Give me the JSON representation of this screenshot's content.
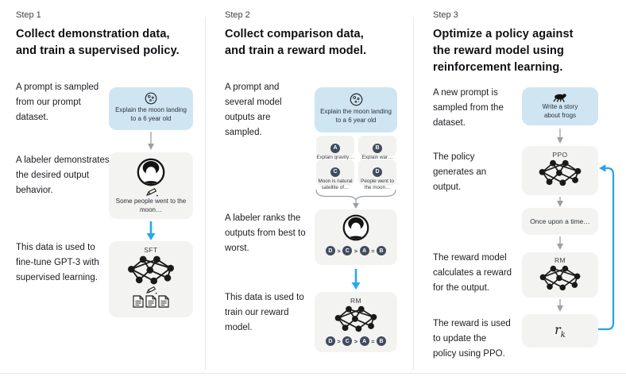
{
  "palette": {
    "prompt_box_blue": "#cfe5f2",
    "panel_gray": "#f3f3f1",
    "badge_dark": "#414b5e",
    "arrow_blue": "#29a8ea",
    "arrow_gray": "#9aa0a6",
    "text_dark": "#17181c"
  },
  "icons": {
    "moon": "moon-icon",
    "labeler": "labeler-avatar-icon",
    "pencil": "pencil-icon",
    "network": "neural-network-icon",
    "documents": "documents-icon",
    "frog": "frog-icon"
  },
  "steps": [
    {
      "label": "Step 1",
      "title_lines": [
        "Collect demonstration data,",
        "and train a supervised policy."
      ],
      "annotations": {
        "a1": "A prompt is sampled from our prompt dataset.",
        "a2": "A labeler demonstrates the desired output behavior.",
        "a3": "This data is used to fine-tune GPT-3 with supervised learning."
      },
      "prompt_box": {
        "text": "Explain the moon landing to a 6 year old"
      },
      "labeler_box": {
        "text": "Some people went to the moon…"
      },
      "model_box": {
        "label": "SFT"
      }
    },
    {
      "label": "Step 2",
      "title_lines": [
        "Collect comparison data,",
        "and train a reward model."
      ],
      "annotations": {
        "a1": "A prompt and several model outputs are sampled.",
        "a2": "A labeler ranks the outputs from best to worst.",
        "a3": "This data is used to train our reward model."
      },
      "prompt_box": {
        "text": "Explain the moon landing to a 6 year old"
      },
      "outputs": [
        {
          "id": "A",
          "text": "Explain gravity…"
        },
        {
          "id": "B",
          "text": "Explain war…"
        },
        {
          "id": "C",
          "text": "Moon is natural satellite of…"
        },
        {
          "id": "D",
          "text": "People went to the moon…"
        }
      ],
      "ranking": [
        "D",
        ">",
        "C",
        ">",
        "A",
        "=",
        "B"
      ],
      "model_box": {
        "label": "RM"
      }
    },
    {
      "label": "Step 3",
      "title_lines": [
        "Optimize a policy against",
        "the reward model using",
        "reinforcement learning."
      ],
      "annotations": {
        "a1": "A new prompt is sampled from the dataset.",
        "a2": "The policy generates an output.",
        "a3": "The reward model calculates a reward for the output.",
        "a4": "The reward is used to update the policy using PPO."
      },
      "prompt_box": {
        "text": "Write a story about frogs"
      },
      "policy_box": {
        "label": "PPO"
      },
      "output_box": {
        "text": "Once upon a time…"
      },
      "reward_model_box": {
        "label": "RM"
      },
      "reward_box": {
        "base": "r",
        "sub": "k"
      }
    }
  ]
}
